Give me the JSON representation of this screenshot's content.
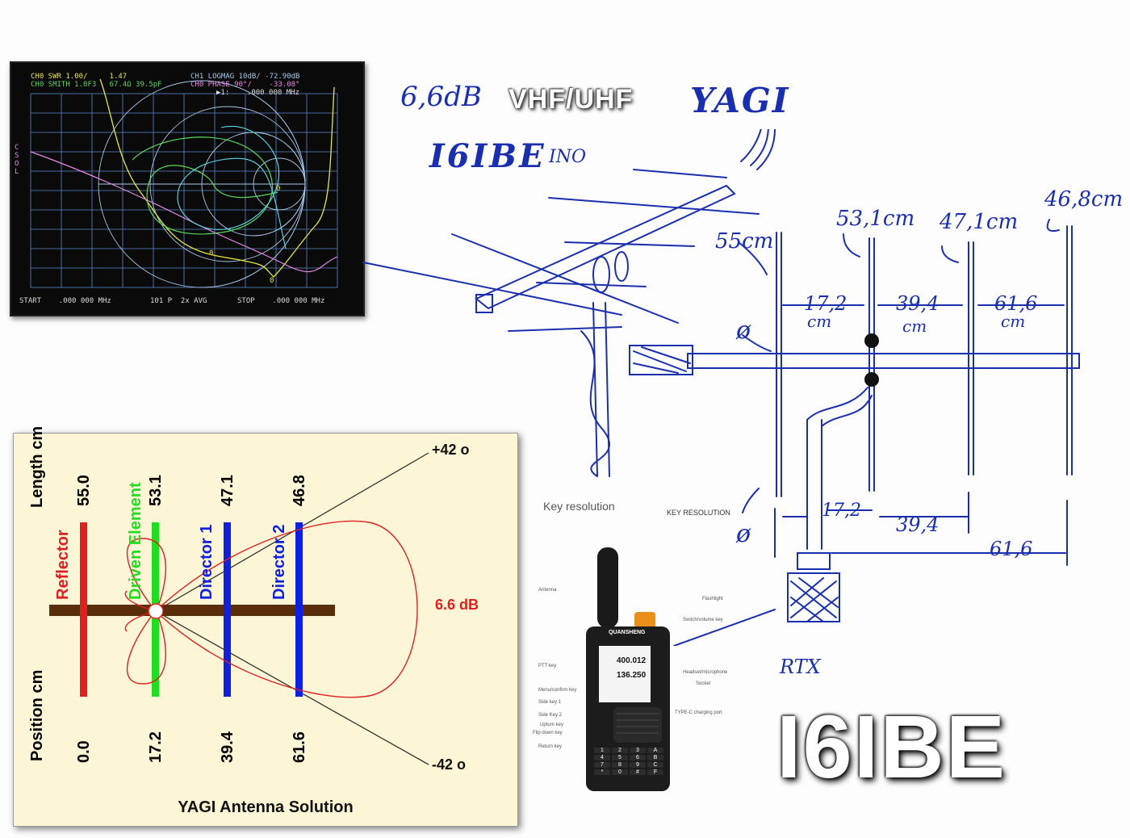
{
  "headline": {
    "gain": "6,6dB",
    "band": "VHF/UHF",
    "type": "YAGI",
    "hand_callsign": "I6IBE",
    "hand_ino": "INO"
  },
  "vna": {
    "line1_left": "CH0 SWR 1.00/     1.47",
    "line2_left": "CH0 SMITH 1.0F3   67.4Ω 39.5pF",
    "line1_right": "CH1 LOGMAG 10dB/ -72.90dB",
    "line2_right": "CH0 PHASE 90°/    -33.08°",
    "line3_right": "▶1:    .000 000 MHz",
    "side_label": "CSOL",
    "side_label_top": "0",
    "footer_start": "START    .000 000 MHz",
    "footer_mid": "101 P  2x AVG",
    "footer_stop": "STOP    .000 000 MHz",
    "colors": {
      "swr": "#e8e83a",
      "smith": "#8fd8ff",
      "logmag": "#5ad85a",
      "phase": "#e88ae8",
      "grid": "#5a8ac8"
    }
  },
  "sketch": {
    "lengths": [
      "55cm",
      "53,1cm",
      "47,1cm",
      "46,8cm"
    ],
    "spacings_top": [
      "17,2",
      "39,4",
      "61,6"
    ],
    "spacing_unit": "cm",
    "phi": "ø",
    "spacings_bottom": [
      "17,2",
      "39,4",
      "61,6"
    ],
    "rtx": "RTX"
  },
  "solution": {
    "title": "YAGI Antenna Solution",
    "length_label": "Length cm",
    "position_label": "Position cm",
    "gain_label": "6.6 dB",
    "angle_top": "+42 o",
    "angle_bottom": "-42 o",
    "elements": [
      {
        "name": "Reflector",
        "length": "55.0",
        "position": "0.0",
        "color": "#e02020"
      },
      {
        "name": "Driven Element",
        "length": "53.1",
        "position": "17.2",
        "color": "#22dd22"
      },
      {
        "name": "Director 1",
        "length": "47.1",
        "position": "39.4",
        "color": "#1020e0"
      },
      {
        "name": "Director 2",
        "length": "46.8",
        "position": "61.6",
        "color": "#1020e0"
      }
    ]
  },
  "radio": {
    "heading": "Key resolution",
    "heading_right": "KEY RESOLUTION",
    "brand": "QUANSHENG",
    "freq1": "400.012",
    "freq2": "136.250",
    "labels_left": [
      "Antenna",
      "PTT key",
      "Menu/confirm key",
      "Side key 1",
      "Side Key 2",
      "Upturn key",
      "Flip down key",
      "Return key"
    ],
    "labels_right": [
      "Flashlight",
      "Switch/volume key",
      "Headset/microphone",
      "Socket",
      "TYPE-C charging port"
    ],
    "keys": [
      "1",
      "2",
      "3",
      "A",
      "4",
      "5",
      "6",
      "B",
      "7",
      "8",
      "9",
      "C",
      "*",
      "0",
      "#",
      "F"
    ]
  },
  "callsign": "I6IBE"
}
